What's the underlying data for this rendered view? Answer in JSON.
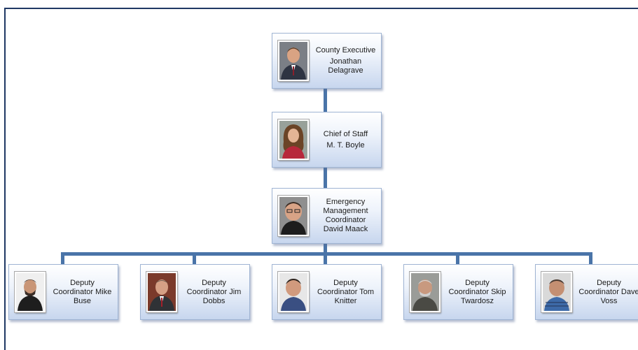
{
  "org_chart": {
    "county_executive": {
      "title": "County Executive",
      "name": "Jonathan Delagrave",
      "photo_icon": "portrait-photo"
    },
    "chief_of_staff": {
      "title": "Chief of Staff",
      "name": "M. T. Boyle",
      "photo_icon": "portrait-photo"
    },
    "emergency_coordinator": {
      "title": "Emergency Management Coordinator",
      "name": "David Maack",
      "photo_icon": "portrait-photo"
    },
    "deputies": [
      {
        "label": "Deputy Coordinator Mike Buse"
      },
      {
        "label": "Deputy Coordinator Jim Dobbs"
      },
      {
        "label": "Deputy Coordinator Tom Knitter"
      },
      {
        "label": "Deputy Coordinator Skip Twardosz"
      },
      {
        "label": "Deputy Coordinator Dave Voss"
      }
    ],
    "colors": {
      "connector": "#4a74a8",
      "frame": "#1f3864",
      "card_border": "#9fb4d3"
    }
  }
}
